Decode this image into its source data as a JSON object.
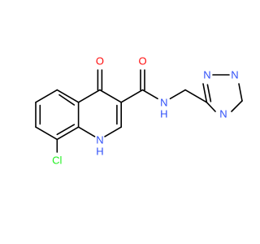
{
  "molecule": {
    "atoms": {
      "oxygen": "O",
      "cl": "Cl",
      "nh": "H",
      "nh_n": "N",
      "amide_o": "O",
      "amide_nh": "N",
      "amide_h": "H",
      "n_top1": "N",
      "n_top2": "N",
      "n_bridge": "N"
    }
  },
  "colors": {
    "oxygen": "#ff0d0d",
    "nitrogen": "#3050f8",
    "chlorine": "#1ff01f",
    "bond": "#000000"
  }
}
